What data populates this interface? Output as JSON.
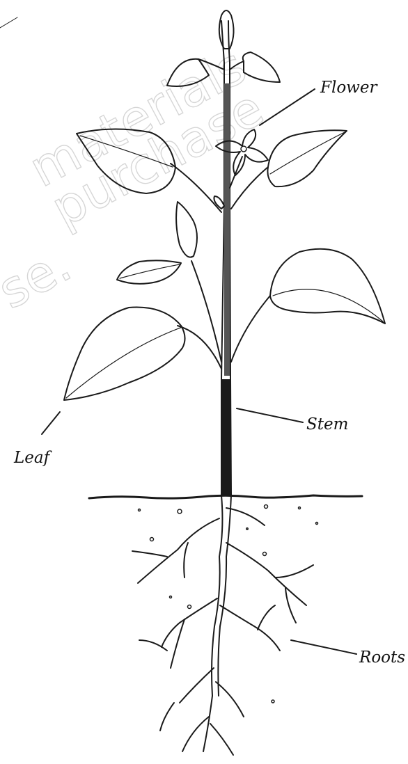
{
  "watermark": {
    "line1": "materials",
    "line2": "purchase",
    "line3": "se.",
    "color": "#d6d6d6"
  },
  "labels": {
    "flower": "Flower",
    "stem": "Stem",
    "leaf": "Leaf",
    "roots": "Roots"
  },
  "colors": {
    "ink": "#1a1a1a",
    "shade": "#9a9a9a",
    "background": "#ffffff"
  }
}
